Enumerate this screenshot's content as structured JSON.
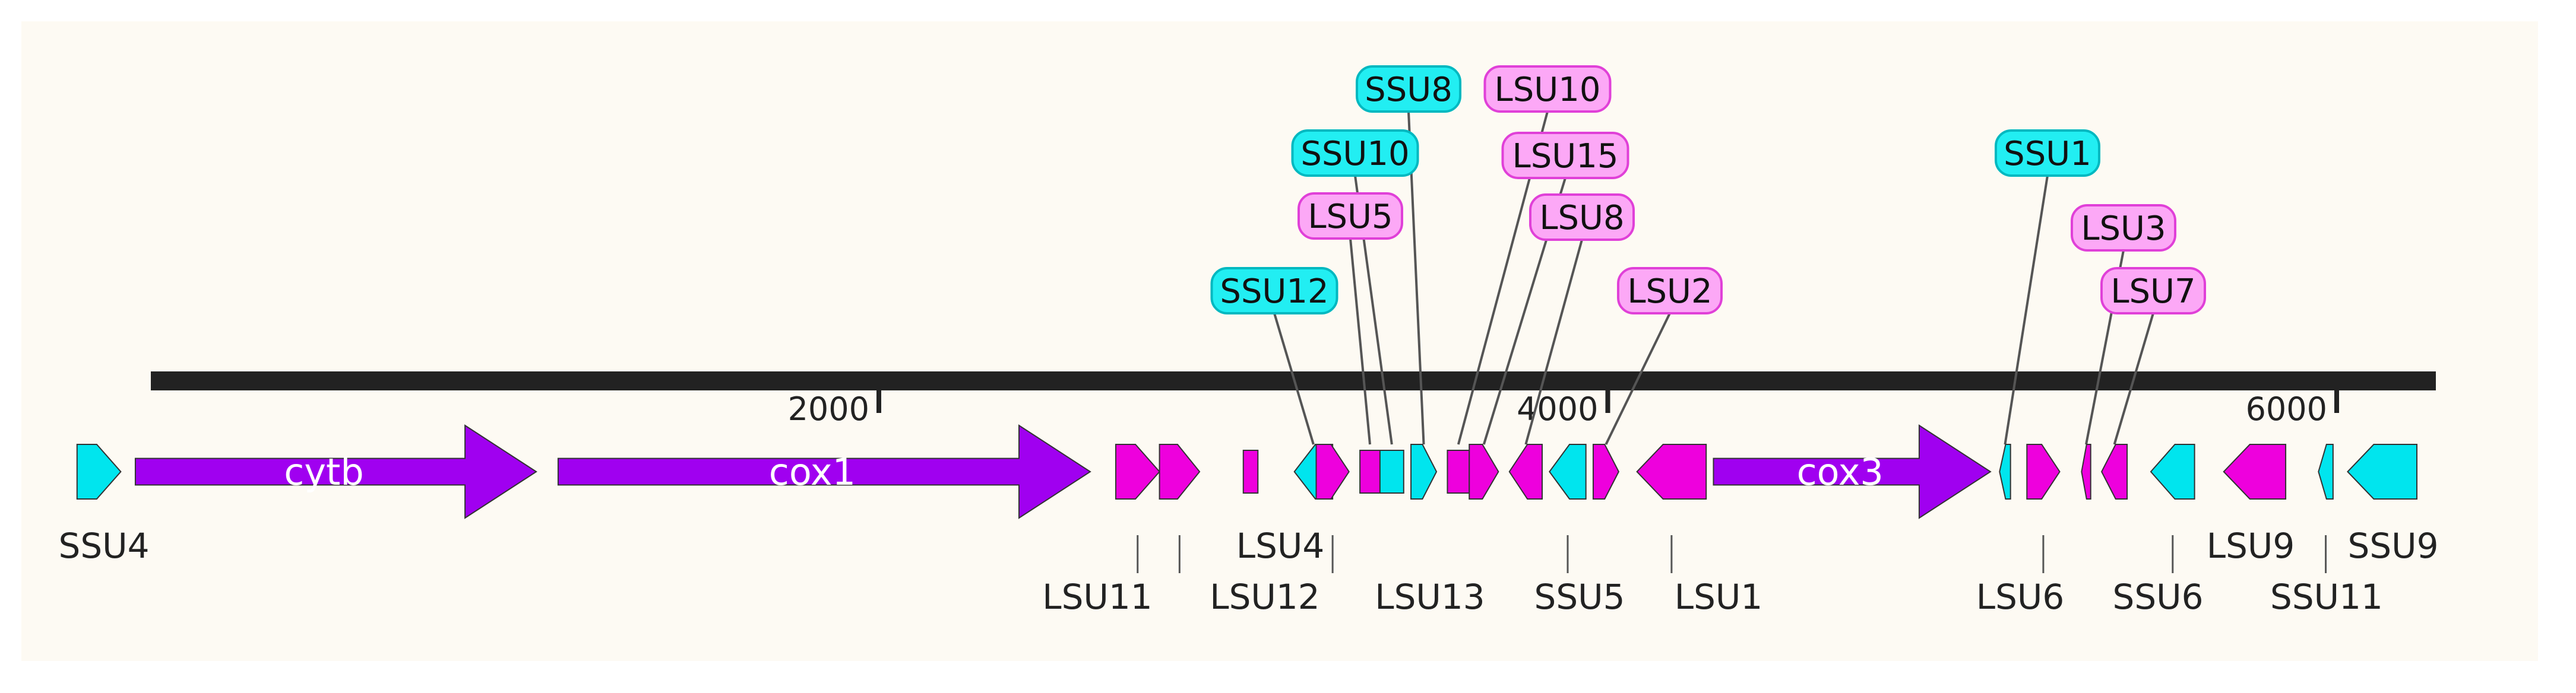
{
  "colors": {
    "ssu": "#00e5ee",
    "lsu": "#ee00dd",
    "large": "#a000f0",
    "ssu_tag_fill": "#22eef2",
    "ssu_tag_stroke": "#00b8c0",
    "lsu_tag_fill": "#fca8f6",
    "lsu_tag_stroke": "#e040d8",
    "axis": "#222222",
    "leader": "#555555",
    "panel": "#fdfaf3"
  },
  "axis": {
    "ticks": [
      {
        "value": 2000,
        "label": "2000"
      },
      {
        "value": 4000,
        "label": "4000"
      },
      {
        "value": 6000,
        "label": "6000"
      }
    ]
  },
  "features": [
    {
      "name": "SSU4",
      "start": -200,
      "end": -80,
      "strand": 1,
      "kind": "ssu",
      "label_pos": "below"
    },
    {
      "name": "cytb",
      "start": -40,
      "end": 1060,
      "strand": 1,
      "kind": "large",
      "label_pos": "inside"
    },
    {
      "name": "cox1",
      "start": 1120,
      "end": 2580,
      "strand": 1,
      "kind": "large",
      "label_pos": "inside"
    },
    {
      "name": "LSU11",
      "start": 2650,
      "end": 2770,
      "strand": 1,
      "kind": "lsu",
      "label_pos": "below"
    },
    {
      "name": "LSU12",
      "start": 2770,
      "end": 2880,
      "strand": 1,
      "kind": "lsu",
      "label_pos": "below"
    },
    {
      "name": "LSU4",
      "start": 3000,
      "end": 3040,
      "strand": 0,
      "kind": "lsu",
      "label_pos": "below"
    },
    {
      "name": "SSU12",
      "start": 3140,
      "end": 3245,
      "strand": -1,
      "kind": "ssu",
      "label_pos": "above"
    },
    {
      "name": "LSU13",
      "start": 3200,
      "end": 3290,
      "strand": 1,
      "kind": "lsu",
      "label_pos": "below"
    },
    {
      "name": "LSU5",
      "start": 3320,
      "end": 3375,
      "strand": 0,
      "kind": "lsu",
      "label_pos": "above"
    },
    {
      "name": "SSU10",
      "start": 3375,
      "end": 3440,
      "strand": 0,
      "kind": "ssu",
      "label_pos": "above"
    },
    {
      "name": "SSU8",
      "start": 3460,
      "end": 3530,
      "strand": 1,
      "kind": "ssu",
      "label_pos": "above"
    },
    {
      "name": "LSU10",
      "start": 3560,
      "end": 3620,
      "strand": 0,
      "kind": "lsu",
      "label_pos": "above"
    },
    {
      "name": "LSU15",
      "start": 3620,
      "end": 3700,
      "strand": 1,
      "kind": "lsu",
      "label_pos": "above"
    },
    {
      "name": "LSU8",
      "start": 3730,
      "end": 3820,
      "strand": -1,
      "kind": "lsu",
      "label_pos": "above"
    },
    {
      "name": "SSU5",
      "start": 3840,
      "end": 3940,
      "strand": -1,
      "kind": "ssu",
      "label_pos": "below"
    },
    {
      "name": "LSU2",
      "start": 3960,
      "end": 4030,
      "strand": 1,
      "kind": "lsu",
      "label_pos": "above"
    },
    {
      "name": "LSU1",
      "start": 4080,
      "end": 4270,
      "strand": -1,
      "kind": "lsu",
      "label_pos": "below"
    },
    {
      "name": "cox3",
      "start": 4290,
      "end": 5050,
      "strand": 1,
      "kind": "large",
      "label_pos": "inside"
    },
    {
      "name": "SSU1",
      "start": 5075,
      "end": 5105,
      "strand": -1,
      "kind": "ssu",
      "label_pos": "above"
    },
    {
      "name": "LSU6",
      "start": 5150,
      "end": 5240,
      "strand": 1,
      "kind": "lsu",
      "label_pos": "below"
    },
    {
      "name": "LSU3",
      "start": 5300,
      "end": 5325,
      "strand": -1,
      "kind": "lsu",
      "label_pos": "above"
    },
    {
      "name": "LSU7",
      "start": 5355,
      "end": 5425,
      "strand": -1,
      "kind": "lsu",
      "label_pos": "above"
    },
    {
      "name": "SSU6",
      "start": 5490,
      "end": 5610,
      "strand": -1,
      "kind": "ssu",
      "label_pos": "below"
    },
    {
      "name": "LSU9",
      "start": 5690,
      "end": 5860,
      "strand": -1,
      "kind": "lsu",
      "label_pos": "below"
    },
    {
      "name": "SSU11",
      "start": 5950,
      "end": 5990,
      "strand": -1,
      "kind": "ssu",
      "label_pos": "below"
    },
    {
      "name": "SSU9",
      "start": 6030,
      "end": 6220,
      "strand": -1,
      "kind": "ssu",
      "label_pos": "below"
    }
  ]
}
